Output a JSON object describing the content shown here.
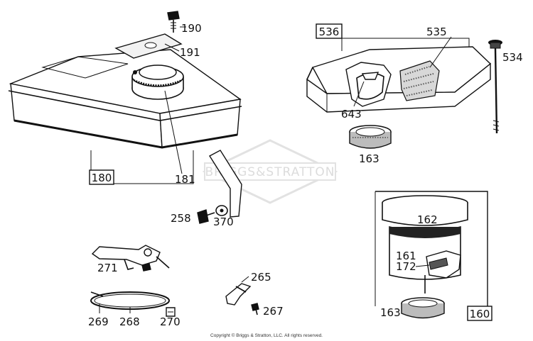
{
  "diagram": {
    "parts": {
      "p190": "190",
      "p191": "191",
      "p180": "180",
      "p181": "181",
      "p258": "258",
      "p370": "370",
      "p271": "271",
      "p269": "269",
      "p268": "268",
      "p270": "270",
      "p265": "265",
      "p267": "267",
      "p536": "536",
      "p535": "535",
      "p534": "534",
      "p643": "643",
      "p163a": "163",
      "p162": "162",
      "p161": "161",
      "p172": "172",
      "p163b": "163",
      "p160": "160"
    },
    "watermark": "BRIGGS&STRATTON",
    "copyright": "Copyright © Briggs & Stratton, LLC. All rights reserved."
  }
}
